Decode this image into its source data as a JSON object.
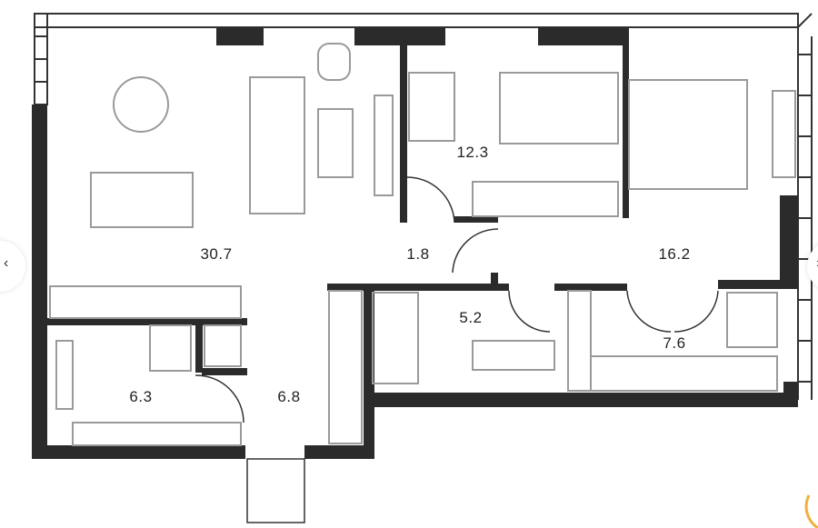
{
  "floorplan": {
    "rooms": [
      {
        "id": "living-kitchen",
        "area": "30.7"
      },
      {
        "id": "hall-small",
        "area": "1.8"
      },
      {
        "id": "bedroom-small",
        "area": "12.3"
      },
      {
        "id": "bedroom-master",
        "area": "16.2"
      },
      {
        "id": "bathroom",
        "area": "5.2"
      },
      {
        "id": "wardrobe",
        "area": "7.6"
      },
      {
        "id": "bathroom-2",
        "area": "6.3"
      },
      {
        "id": "entrance-hall",
        "area": "6.8"
      }
    ]
  },
  "nav": {
    "prev_icon": "chevron-left-icon",
    "next_icon": "chevron-right-icon"
  },
  "colors": {
    "wall": "#2b2b2b",
    "furniture": "#9a9a9a",
    "spinner": "#f0b040"
  }
}
